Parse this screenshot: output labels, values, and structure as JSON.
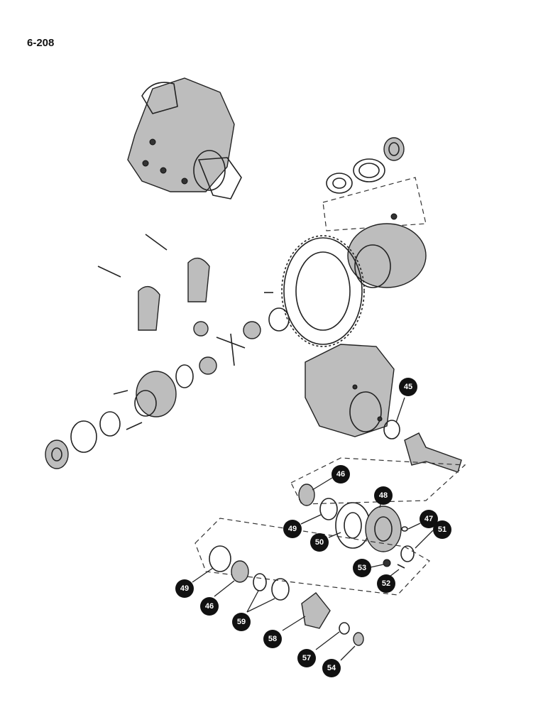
{
  "page": {
    "number": "6-208"
  },
  "callouts": [
    {
      "id": "45",
      "label": "45"
    },
    {
      "id": "46a",
      "label": "46"
    },
    {
      "id": "48",
      "label": "48"
    },
    {
      "id": "47",
      "label": "47"
    },
    {
      "id": "49a",
      "label": "49"
    },
    {
      "id": "50",
      "label": "50"
    },
    {
      "id": "51",
      "label": "51"
    },
    {
      "id": "53",
      "label": "53"
    },
    {
      "id": "52",
      "label": "52"
    },
    {
      "id": "49b",
      "label": "49"
    },
    {
      "id": "46b",
      "label": "46"
    },
    {
      "id": "59",
      "label": "59"
    },
    {
      "id": "58",
      "label": "58"
    },
    {
      "id": "57",
      "label": "57"
    },
    {
      "id": "54",
      "label": "54"
    }
  ]
}
